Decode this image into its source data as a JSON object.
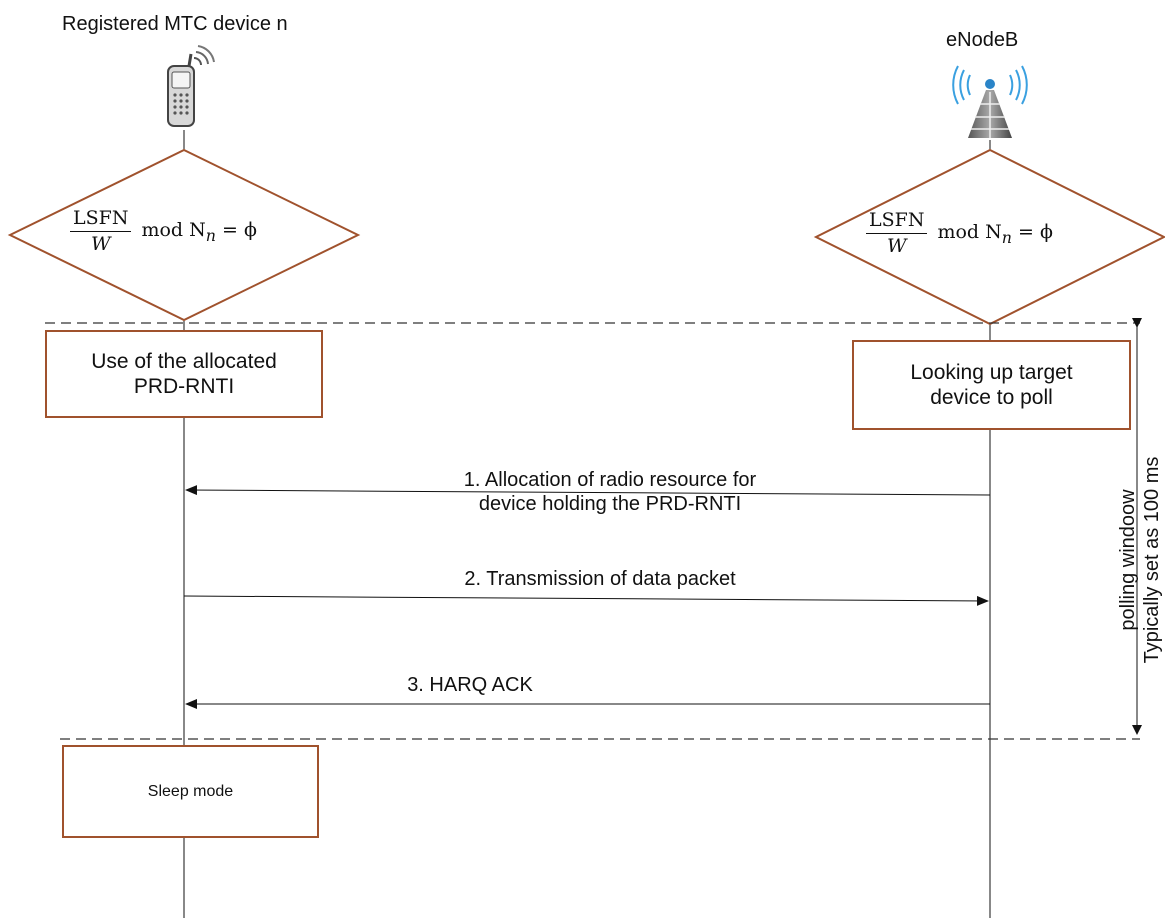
{
  "participants": {
    "device": {
      "label": "Registered MTC device n",
      "icon": "mobile-phone-icon"
    },
    "enodeb": {
      "label": "eNodeB",
      "icon": "cell-tower-icon"
    }
  },
  "formula": {
    "numerator": "LSFN",
    "denominator": "W",
    "op": "mod N",
    "subscript": "n",
    "rhs": "= ϕ"
  },
  "boxes": {
    "device_top": [
      "Use of the allocated",
      "PRD-RNTI"
    ],
    "enodeb_top": [
      "Looking up target",
      "device to poll"
    ],
    "sleep": "Sleep mode"
  },
  "messages": [
    {
      "lines": [
        "1. Allocation of radio resource for",
        "device holding the PRD-RNTI"
      ],
      "direction": "to-device"
    },
    {
      "lines": [
        "2. Transmission of data packet"
      ],
      "direction": "to-enodeb"
    },
    {
      "lines": [
        "3. HARQ ACK"
      ],
      "direction": "to-device"
    }
  ],
  "window_label": {
    "line1": "polling windoow",
    "line2": "Typically set as 100 ms"
  },
  "colors": {
    "box_border": "#a0522d",
    "line": "#111111",
    "dashed": "#333333"
  }
}
